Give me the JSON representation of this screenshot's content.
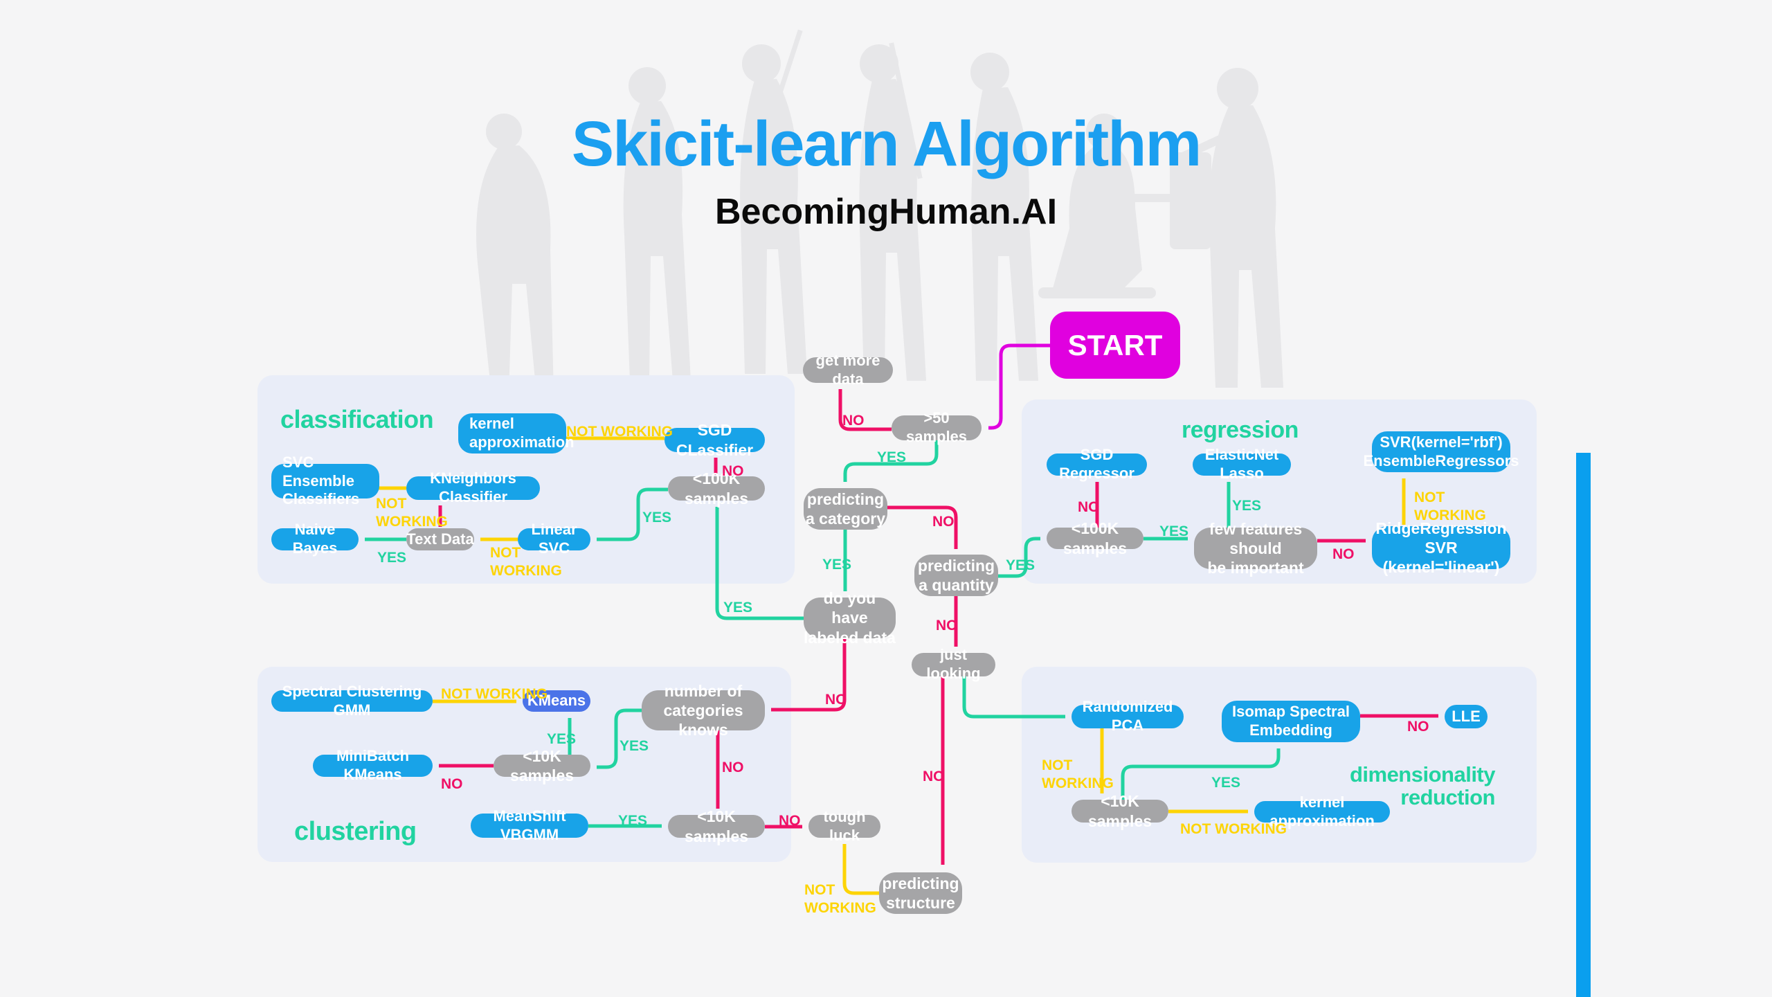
{
  "header": {
    "title": "Skicit-learn Algorithm",
    "subtitle": "BecomingHuman.AI"
  },
  "sections": {
    "classification": "classification",
    "regression": "regression",
    "clustering": "clustering",
    "dimensionality_reduction": "dimensionality\nreduction"
  },
  "edge_labels": {
    "yes": "YES",
    "no": "NO",
    "not_working": "NOT WORKING",
    "not_working_stacked": "NOT\nWORKING"
  },
  "nodes": {
    "start": "START",
    "get_more_data": "get more data",
    "gt50_samples": ">50 samples",
    "predicting_category": "predicting\na category",
    "predicting_quantity": "predicting\na quantity",
    "do_you_have_labeled_data": "do you have\nlabeled data",
    "just_looking": "just looking",
    "tough_luck": "tough luck",
    "predicting_structure": "predicting\nstructure",
    "lt100k_samples_classification": "<100K samples",
    "sgd_classifier": "SGD CLassifier",
    "kernel_approximation_classification": "kernel\napproximation",
    "kneighbors_classifier": "KNeighbors Classifier",
    "svc_ensemble_classifiers": "SVC Ensemble\nClassifiers",
    "naive_bayes": "Naive Bayes",
    "text_data": "Text Data",
    "linear_svc": "Linear SVC",
    "sgd_regressor": "SGD Regressor",
    "elasticnet_lasso": "ElasticNet Lasso",
    "svr_rbf_ensemble": "SVR(kernel='rbf')\nEnsembleRegressors",
    "lt100k_samples_regression": "<100K samples",
    "few_features_important": "few features should\nbe important",
    "ridge_regression_svr": "RidgeRegression SVR\n(kernel='linear')",
    "spectral_clustering_gmm": "Spectral Clustering GMM",
    "kmeans": "KMeans",
    "number_of_categories_knows": "number of\ncategories knows",
    "lt10k_samples_clustering_top": "<10K samples",
    "minibatch_kmeans": "MiniBatch KMeans",
    "meanshift_vbgmm": "MeanShift VBGMM",
    "lt10k_samples_clustering_bottom": "<10K samples",
    "randomized_pca": "Randomized PCA",
    "isomap_spectral_embedding": "Isomap Spectral\nEmbedding",
    "lle": "LLE",
    "lt10k_samples_dimred": "<10K samples",
    "kernel_approximation_dimred": "kernel approximation"
  },
  "edges": [
    {
      "from": "start",
      "to": "gt50_samples",
      "label": ""
    },
    {
      "from": "gt50_samples",
      "to": "get_more_data",
      "label": "NO"
    },
    {
      "from": "gt50_samples",
      "to": "predicting_category",
      "label": "YES"
    },
    {
      "from": "predicting_category",
      "to": "predicting_quantity",
      "label": "NO"
    },
    {
      "from": "predicting_category",
      "to": "do_you_have_labeled_data",
      "label": "YES"
    },
    {
      "from": "do_you_have_labeled_data",
      "to": "lt100k_samples_classification",
      "label": "YES"
    },
    {
      "from": "do_you_have_labeled_data",
      "to": "number_of_categories_knows",
      "label": "NO"
    },
    {
      "from": "lt100k_samples_classification",
      "to": "sgd_classifier",
      "label": "NO"
    },
    {
      "from": "lt100k_samples_classification",
      "to": "linear_svc",
      "label": "YES"
    },
    {
      "from": "sgd_classifier",
      "to": "kernel_approximation_classification",
      "label": "NOT WORKING"
    },
    {
      "from": "linear_svc",
      "to": "text_data",
      "label": "NOT WORKING"
    },
    {
      "from": "text_data",
      "to": "naive_bayes",
      "label": "YES"
    },
    {
      "from": "text_data",
      "to": "kneighbors_classifier",
      "label": "NO"
    },
    {
      "from": "kneighbors_classifier",
      "to": "svc_ensemble_classifiers",
      "label": "NOT WORKING"
    },
    {
      "from": "predicting_quantity",
      "to": "lt100k_samples_regression",
      "label": "YES"
    },
    {
      "from": "predicting_quantity",
      "to": "just_looking",
      "label": "NO"
    },
    {
      "from": "lt100k_samples_regression",
      "to": "sgd_regressor",
      "label": "NO"
    },
    {
      "from": "lt100k_samples_regression",
      "to": "few_features_important",
      "label": "YES"
    },
    {
      "from": "few_features_important",
      "to": "elasticnet_lasso",
      "label": "YES"
    },
    {
      "from": "few_features_important",
      "to": "ridge_regression_svr",
      "label": "NO"
    },
    {
      "from": "ridge_regression_svr",
      "to": "svr_rbf_ensemble",
      "label": "NOT WORKING"
    },
    {
      "from": "number_of_categories_knows",
      "to": "lt10k_samples_clustering_top",
      "label": "YES"
    },
    {
      "from": "number_of_categories_knows",
      "to": "lt10k_samples_clustering_bottom",
      "label": "NO"
    },
    {
      "from": "lt10k_samples_clustering_top",
      "to": "kmeans",
      "label": "YES"
    },
    {
      "from": "lt10k_samples_clustering_top",
      "to": "minibatch_kmeans",
      "label": "NO"
    },
    {
      "from": "spectral_clustering_gmm",
      "to": "kmeans",
      "label": "NOT WORKING"
    },
    {
      "from": "meanshift_vbgmm",
      "to": "lt10k_samples_clustering_bottom",
      "label": "YES"
    },
    {
      "from": "lt10k_samples_clustering_bottom",
      "to": "tough_luck",
      "label": "NO"
    },
    {
      "from": "just_looking",
      "to": "randomized_pca",
      "label": "YES"
    },
    {
      "from": "just_looking",
      "to": "predicting_structure",
      "label": "NO"
    },
    {
      "from": "predicting_structure",
      "to": "tough_luck",
      "label": "NOT WORKING"
    },
    {
      "from": "randomized_pca",
      "to": "lt10k_samples_dimred",
      "label": "NOT WORKING"
    },
    {
      "from": "lt10k_samples_dimred",
      "to": "isomap_spectral_embedding",
      "label": "YES"
    },
    {
      "from": "lt10k_samples_dimred",
      "to": "kernel_approximation_dimred",
      "label": "NOT WORKING"
    },
    {
      "from": "isomap_spectral_embedding",
      "to": "lle",
      "label": "NO"
    }
  ],
  "colors": {
    "background": "#f5f5f6",
    "panel": "#e9edf8",
    "node_blue": "#18a3e8",
    "node_kmeans_indigo": "#4b73e8",
    "node_gray": "#a5a5a7",
    "start_magenta": "#e001df",
    "arrow_pink": "#ef1066",
    "arrow_green": "#21d3a0",
    "arrow_yellow": "#fdd406",
    "title_blue": "#1b9ff0",
    "accent_stripe": "#0a9fee",
    "section_green": "#21d3a0"
  }
}
